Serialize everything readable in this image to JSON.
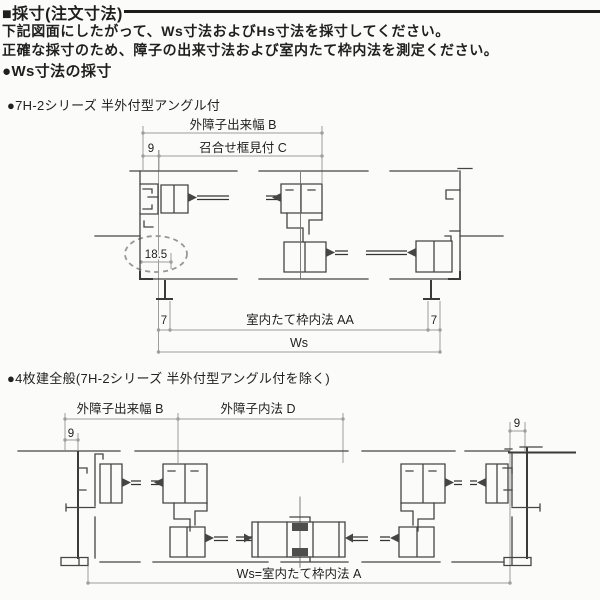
{
  "header": {
    "title": "■採寸(注文寸法)",
    "line1": "下記図面にしたがって、Ws寸法およびHs寸法を採寸してください。",
    "line2": "正確な採寸のため、障子の出来寸法および室内たて枠内法を測定ください。",
    "section_heading": "●Ws寸法の採寸"
  },
  "figure1": {
    "caption": "●7H-2シリーズ 半外付型アングル付",
    "dims": {
      "outer_sash_width": "外障子出来幅 B",
      "meeting_stile_sight": "召合せ框見付 C",
      "left_offset": "9",
      "detail_value": "18.5",
      "left_margin": "7",
      "right_margin": "7",
      "interior_jamb_width": "室内たて枠内法 AA",
      "ws": "Ws"
    }
  },
  "figure2": {
    "caption": "●4枚建全般(7H-2シリーズ 半外付型アングル付を除く)",
    "dims": {
      "outer_sash_width": "外障子出来幅 B",
      "outer_sash_inner_width": "外障子内法 D",
      "left_offset": "9",
      "right_offset": "9",
      "ws_formula": "Ws=室内たて枠内法 A"
    }
  },
  "colors": {
    "text": "#1f1f1f",
    "drawing_line": "#454545",
    "dimension_line": "#9e9e9e",
    "title_rule": "#1c1c1c",
    "background": "#fbfbfa"
  }
}
